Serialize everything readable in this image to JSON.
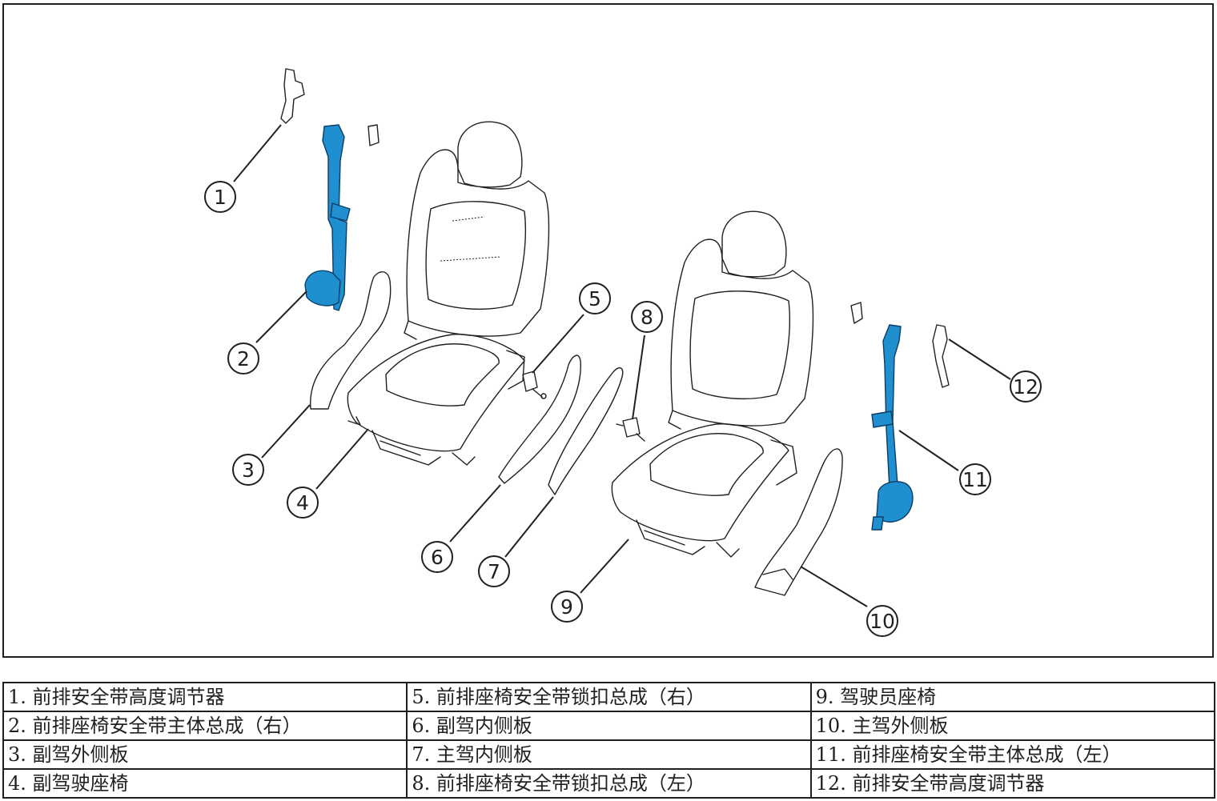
{
  "callouts": [
    "1",
    "2",
    "3",
    "4",
    "5",
    "6",
    "7",
    "8",
    "9",
    "10",
    "11",
    "12"
  ],
  "legend": [
    [
      "1. 前排安全带高度调节器",
      "5. 前排座椅安全带锁扣总成（右）",
      "9. 驾驶员座椅"
    ],
    [
      "2. 前排座椅安全带主体总成（右）",
      "6. 副驾内侧板",
      "10. 主驾外侧板"
    ],
    [
      "3. 副驾外侧板",
      "7. 主驾内侧板",
      "11. 前排座椅安全带主体总成（左）"
    ],
    [
      "4. 副驾驶座椅",
      "8. 前排座椅安全带锁扣总成（左）",
      "12. 前排安全带高度调节器"
    ]
  ],
  "colors": {
    "belt": "#1f8fd0",
    "line": "#231f20"
  }
}
